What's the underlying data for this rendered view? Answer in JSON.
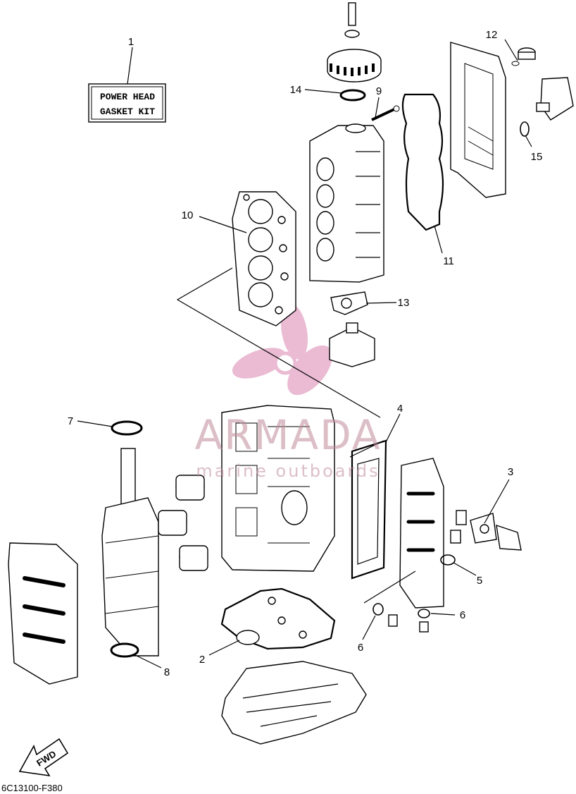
{
  "kit_label": {
    "line1": "POWER HEAD",
    "line2": "GASKET KIT"
  },
  "callouts": {
    "c1": "1",
    "c2": "2",
    "c3": "3",
    "c4": "4",
    "c5": "5",
    "c6a": "6",
    "c6b": "6",
    "c7": "7",
    "c8": "8",
    "c9": "9",
    "c10": "10",
    "c11": "11",
    "c12": "12",
    "c13": "13",
    "c14": "14",
    "c15": "15"
  },
  "fwd_label": "FWD",
  "diagram_code": "6C13100-F380",
  "watermark": {
    "brand": "ARMADA",
    "tagline": "marine outboards"
  },
  "colors": {
    "line": "#000000",
    "watermark": "#e3a5c5"
  }
}
